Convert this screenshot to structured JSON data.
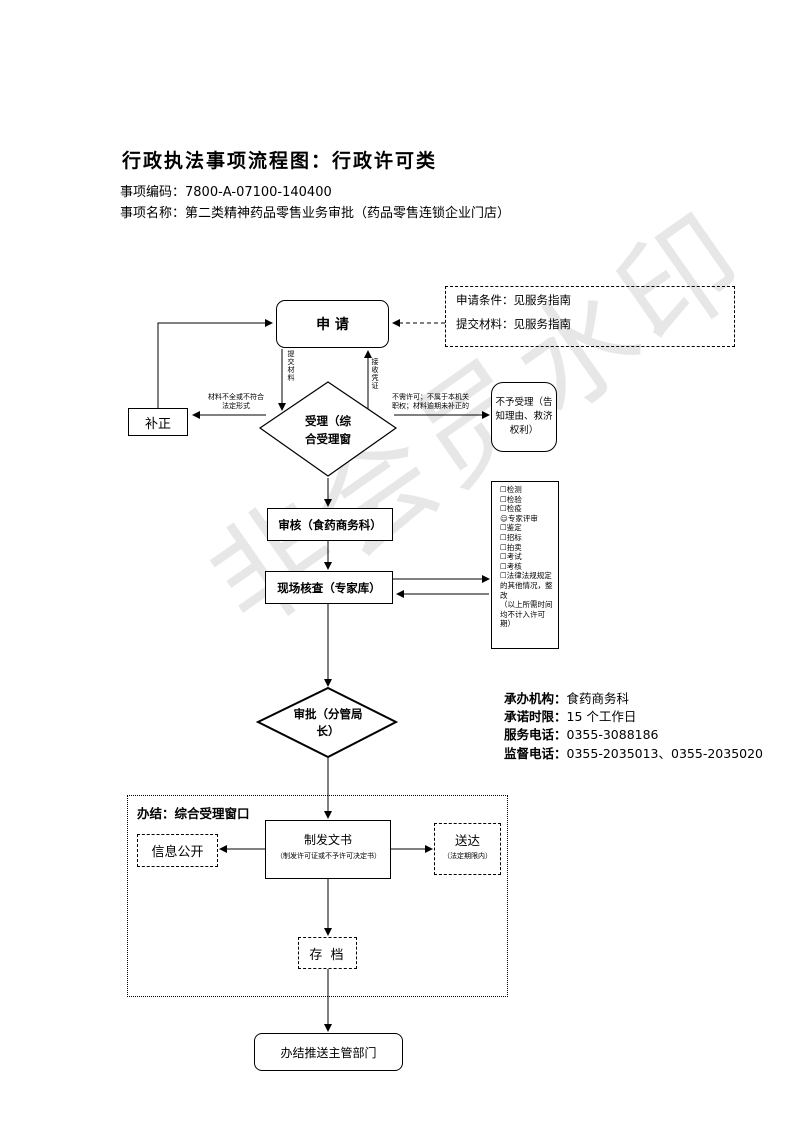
{
  "title": "行政执法事项流程图：行政许可类",
  "item_code": "事项编码：7800-A-07100-140400",
  "item_name": "事项名称：第二类精神药品零售业务审批（药品零售连锁企业门店）",
  "conditions": {
    "line1": "申请条件：见服务指南",
    "line2": "提交材料：见服务指南"
  },
  "nodes": {
    "apply": "申 请",
    "supplement": "补正",
    "accept_line1": "受理（综",
    "accept_line2": "合受理窗",
    "reject": "不予受理（告知理由、救济权利）",
    "review": "审核（食药商务科）",
    "inspect": "现场核查（专家库）",
    "approve_line1": "审批（分管局",
    "approve_line2": "长）",
    "close_area": "办结：综合受理窗口",
    "issue": "制发文书",
    "issue_note": "（制发许可证或不予许可决定书）",
    "publish": "信息公开",
    "deliver": "送达",
    "deliver_note": "（法定期限内）",
    "archive": "存 档",
    "final": "办结推送主管部门"
  },
  "edge_labels": {
    "submit": "提交材料",
    "receipt": "接收凭证",
    "incomplete_line1": "材料不全或不符合",
    "incomplete_line2": "法定形式",
    "reject_line1": "不需许可；不属于本机关",
    "reject_line2": "职权；材料逾期未补正的"
  },
  "procedures": [
    "☐检测",
    "☐检验",
    "☐检疫",
    "☺专家评审",
    "☐鉴定",
    "☐招标",
    "☐拍卖",
    "☐考试",
    "☐考核",
    "☐法律法规规定的其他情况，整改",
    "（以上所需时间均不计入许可期）"
  ],
  "info": {
    "org_label": "承办机构：",
    "org": "食药商务科",
    "time_label": "承诺时限：",
    "time": "15 个工作日",
    "phone_label": "服务电话：",
    "phone": "0355-3088186",
    "supervise_label": "监督电话：",
    "supervise": "0355-2035013、0355-2035020"
  },
  "watermark": "非会员水印"
}
